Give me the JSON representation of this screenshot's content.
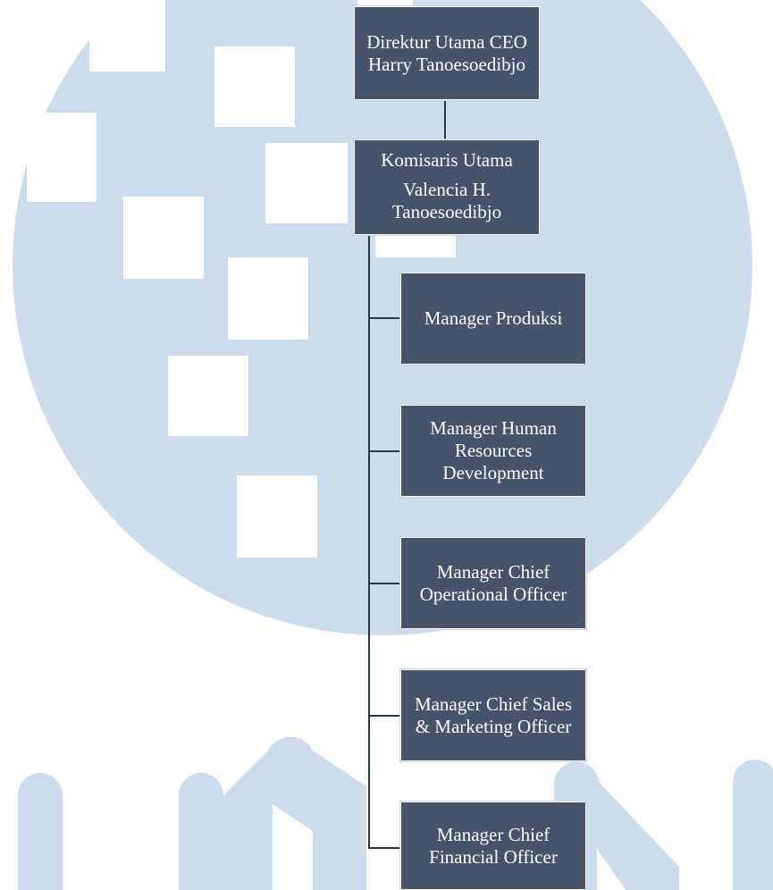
{
  "colors": {
    "watermark": "#cddcec",
    "box_fill": "#46536a",
    "box_text": "#ffffff",
    "connector": "#2b3648"
  },
  "org_chart": {
    "ceo": {
      "lines": [
        "Direktur Utama CEO",
        "Harry Tanoesoedibjo"
      ]
    },
    "commissioner": {
      "lines": [
        "Komisaris Utama",
        "Valencia H.",
        "Tanoesoedibjo"
      ]
    },
    "managers": [
      {
        "lines": [
          "Manager Produksi"
        ]
      },
      {
        "lines": [
          "Manager Human",
          "Resources",
          "Development"
        ]
      },
      {
        "lines": [
          "Manager Chief",
          "Operational Officer"
        ]
      },
      {
        "lines": [
          "Manager Chief Sales",
          "& Marketing Officer"
        ]
      },
      {
        "lines": [
          "Manager Chief",
          "Financial Officer"
        ]
      }
    ]
  }
}
